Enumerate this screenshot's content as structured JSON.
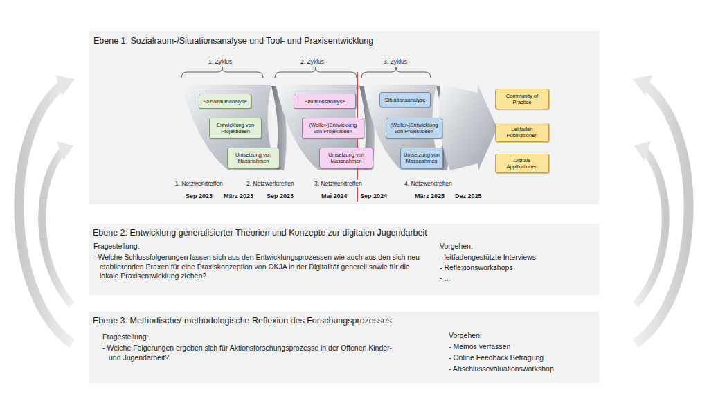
{
  "diagram": {
    "nodes": [
      {
        "text": [
          "Ebene 1: Sozialraum-/Situationsanalyse und Tool- und Praxisentwicklung"
        ]
      },
      {
        "text": [
          "Sozialraumanalyse"
        ],
        "in": 0
      },
      {
        "text": [
          "Entwicklung von Projektideen"
        ],
        "in": 0
      },
      {
        "text": [
          "Umsetzung von Massnahmen"
        ],
        "in": 0
      },
      {
        "text": [
          "Situationsanalyse"
        ],
        "in": 0
      },
      {
        "text": [
          "(Weiter-)Entwicklung von Projektideen"
        ],
        "in": 0
      },
      {
        "text": [
          "Umsetzung von Massnahmen"
        ],
        "in": 0
      },
      {
        "text": [
          "Situationsanalyse"
        ],
        "in": 0
      },
      {
        "text": [
          "(Weiter-)Entwicklung von Projektideen"
        ],
        "in": 0
      },
      {
        "text": [
          "Umsetzung von Massnahmen"
        ],
        "in": 0
      },
      {
        "text": [
          "Community of Practice"
        ],
        "in": 0
      },
      {
        "text": [
          "Leitfaden Publikationen"
        ],
        "in": 0
      },
      {
        "text": [
          "Digitale Applikationen"
        ],
        "in": 0
      },
      {
        "text": [
          "Ebene 2: Entwicklung generalisierter Theorien und Konzepte zur digitalen Jugendarbeit",
          "Fragestellung:",
          "- Welche Schlussfolgerungen lassen sich aus den Entwicklungsprozessen wie auch aus den sich neu etablierenden Praxen für eine Praxiskonzeption von OKJA in der Digitalität generell sowie für die lokale Praxisentwicklung ziehen?",
          "Vorgehen:",
          "- leitfadengestützte Interviews",
          "- Reflexionsworkshops",
          "- ..."
        ]
      },
      {
        "text": [
          "Ebene 3: Methodische/-methodologische Reflexion des Forschungsprozesses",
          "Fragestellung:",
          "- Welche Folgerungen ergeben sich für Aktionsforschungsprozesse in der Offenen Kinder- und Jugendarbeit?",
          "Vorgehen:",
          "- Memos verfassen",
          "- Online Feedback Befragung",
          "- Abschlussevaluationsworkshop"
        ]
      }
    ],
    "labels": [
      "1. Zyklus",
      "2. Zyklus",
      "3. Zyklus",
      "1. Netzwerktreffen",
      "2. Netzwerktreffen",
      "3. Netzwerktreffen",
      "4. Netzwerktreffen",
      "Sep 2023",
      "März 2023",
      "Sep 2023",
      "Mai 2024",
      "Sep 2024",
      "März 2025",
      "Dez 2025"
    ]
  }
}
